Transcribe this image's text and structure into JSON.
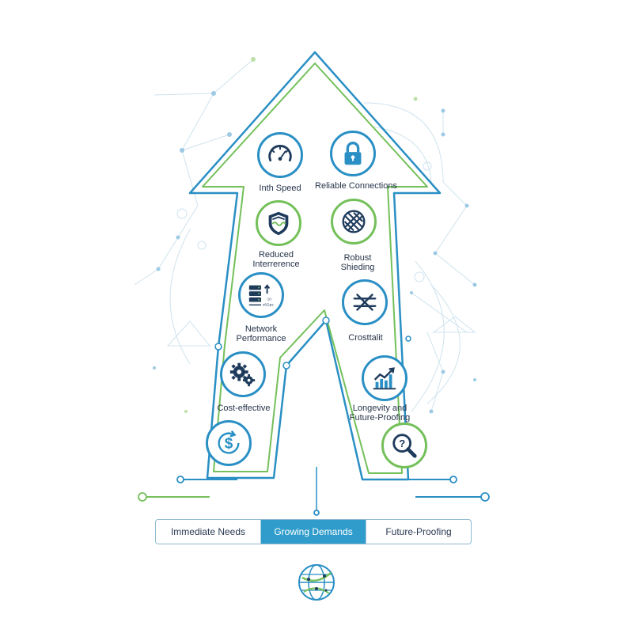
{
  "features": [
    {
      "id": "speed",
      "label": "Inth Speed",
      "icon": "speedometer-icon",
      "ring": "blue"
    },
    {
      "id": "reliable",
      "label": "Reliable Connections",
      "icon": "padlock-icon",
      "ring": "blue"
    },
    {
      "id": "interference",
      "label_lines": [
        "Reduced",
        "Interrerence"
      ],
      "icon": "shield-wave-icon",
      "ring": "green"
    },
    {
      "id": "shielding",
      "label_lines": [
        "Robust",
        "Shieding"
      ],
      "icon": "braided-cable-icon",
      "ring": "green"
    },
    {
      "id": "network",
      "label_lines": [
        "Network",
        "Performance"
      ],
      "icon": "server-rack-icon",
      "ring": "blue",
      "icon_text": [
        "10",
        "x6Gps"
      ]
    },
    {
      "id": "crosstalk",
      "label": "Crosttalit",
      "icon": "crossed-lines-icon",
      "ring": "blue"
    },
    {
      "id": "cost",
      "label": "Cost-effective",
      "icon": "gears-icon",
      "ring": "blue"
    },
    {
      "id": "longevity",
      "label_lines": [
        "Longevity and",
        "Future-Proofing"
      ],
      "icon": "growth-chart-icon",
      "ring": "blue"
    },
    {
      "id": "savings",
      "icon": "dollar-refresh-icon",
      "ring": "blue"
    },
    {
      "id": "future",
      "icon": "magnifier-question-icon",
      "ring": "green"
    }
  ],
  "tabs": [
    "Immediate Needs",
    "Growing Demands",
    "Future-Proofing"
  ],
  "active_tab": 1,
  "colors": {
    "blue": "#2a8fc4",
    "green": "#74c05a",
    "navy": "#1f3b5c",
    "accent": "#2f9ccb"
  },
  "footer_icon": "globe-network-icon"
}
